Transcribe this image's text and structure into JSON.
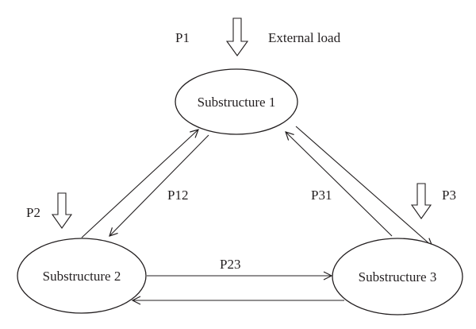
{
  "diagram": {
    "nodes": [
      {
        "id": "s1",
        "label": "Substructure 1"
      },
      {
        "id": "s2",
        "label": "Substructure 2"
      },
      {
        "id": "s3",
        "label": "Substructure 3"
      }
    ],
    "edges": [
      {
        "from": "s1",
        "to": "s2",
        "label": "P12"
      },
      {
        "from": "s2",
        "to": "s1",
        "label": ""
      },
      {
        "from": "s2",
        "to": "s3",
        "label": "P23"
      },
      {
        "from": "s3",
        "to": "s2",
        "label": ""
      },
      {
        "from": "s3",
        "to": "s1",
        "label": "P31"
      },
      {
        "from": "s1",
        "to": "s3",
        "label": ""
      }
    ],
    "loads": [
      {
        "target": "s1",
        "label": "P1",
        "note": "External load"
      },
      {
        "target": "s2",
        "label": "P2"
      },
      {
        "target": "s3",
        "label": "P3"
      }
    ]
  }
}
